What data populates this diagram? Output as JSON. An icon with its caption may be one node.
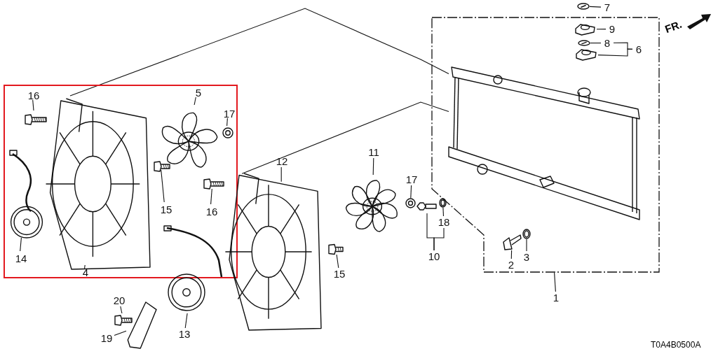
{
  "diagram": {
    "nodes": [
      {
        "text": [],
        "shape": "box"
      },
      {
        "text": [
          "16"
        ],
        "in": 0
      },
      {
        "text": [],
        "shape": "picture",
        "in": 0
      },
      {
        "text": [
          "5"
        ],
        "in": 0
      },
      {
        "text": [],
        "shape": "picture",
        "in": 0
      },
      {
        "text": [
          "17"
        ],
        "in": 0
      },
      {
        "text": [],
        "shape": "picture",
        "in": 0
      },
      {
        "text": [],
        "shape": "picture",
        "in": 0
      },
      {
        "text": [],
        "shape": "picture",
        "in": 0
      },
      {
        "text": [],
        "shape": "picture",
        "in": 0
      },
      {
        "text": [
          "15"
        ],
        "in": 0
      },
      {
        "text": [],
        "shape": "picture",
        "in": 0
      },
      {
        "text": [
          "16"
        ],
        "in": 0
      },
      {
        "text": [
          "14"
        ],
        "in": 0
      },
      {
        "text": [
          "4"
        ],
        "in": 0
      },
      {
        "text": [
          "7"
        ]
      },
      {
        "text": [],
        "shape": "picture"
      },
      {
        "text": [],
        "shape": "box"
      },
      {
        "text": [
          "9"
        ],
        "in": 17
      },
      {
        "text": [],
        "shape": "picture",
        "in": 17
      },
      {
        "text": [
          "8"
        ],
        "in": 17
      },
      {
        "text": [],
        "shape": "picture",
        "in": 17
      },
      {
        "text": [
          "6"
        ],
        "in": 17
      },
      {
        "text": [],
        "shape": "picture",
        "in": 17
      },
      {
        "text": [],
        "shape": "picture",
        "in": 17
      },
      {
        "text": [
          "12"
        ]
      },
      {
        "text": [],
        "shape": "picture"
      },
      {
        "text": [
          "11"
        ]
      },
      {
        "text": [],
        "shape": "picture"
      },
      {
        "text": [
          "17"
        ]
      },
      {
        "text": [],
        "shape": "picture"
      },
      {
        "text": [],
        "shape": "picture"
      },
      {
        "text": [],
        "shape": "picture"
      },
      {
        "text": [
          "18"
        ]
      },
      {
        "text": [
          "10"
        ]
      },
      {
        "text": [],
        "shape": "picture"
      },
      {
        "text": [
          "15"
        ]
      },
      {
        "text": [],
        "shape": "picture",
        "in": 17
      },
      {
        "text": [],
        "shape": "picture",
        "in": 17
      },
      {
        "text": [
          "3"
        ],
        "in": 17
      },
      {
        "text": [
          "2"
        ],
        "in": 17
      },
      {
        "text": [
          "1"
        ]
      },
      {
        "text": [
          "20"
        ]
      },
      {
        "text": [],
        "shape": "picture"
      },
      {
        "text": [],
        "shape": "picture"
      },
      {
        "text": [],
        "shape": "picture"
      },
      {
        "text": [
          "19"
        ]
      },
      {
        "text": [
          "13"
        ]
      }
    ],
    "edges": [
      {
        "from": 1,
        "to": 2,
        "arrow": "none"
      },
      {
        "from": 3,
        "to": 4,
        "arrow": "none"
      },
      {
        "from": 5,
        "to": 6,
        "arrow": "none"
      },
      {
        "from": 10,
        "to": 9,
        "arrow": "none"
      },
      {
        "from": 12,
        "to": 11,
        "arrow": "none"
      },
      {
        "from": 13,
        "to": 7,
        "arrow": "none"
      },
      {
        "from": 14,
        "to": 8,
        "arrow": "none"
      },
      {
        "from": 15,
        "to": 16,
        "arrow": "none"
      },
      {
        "from": 18,
        "to": 19,
        "arrow": "none"
      },
      {
        "from": 20,
        "to": 21,
        "arrow": "none"
      },
      {
        "from": 22,
        "to": 20,
        "arrow": "none"
      },
      {
        "from": 22,
        "to": 23,
        "arrow": "none"
      },
      {
        "from": 8,
        "to": 24,
        "arrow": "none"
      },
      {
        "from": 25,
        "to": 26,
        "arrow": "none"
      },
      {
        "from": 26,
        "to": 24,
        "arrow": "none"
      },
      {
        "from": 27,
        "to": 28,
        "arrow": "none"
      },
      {
        "from": 29,
        "to": 30,
        "arrow": "none"
      },
      {
        "from": 33,
        "to": 32,
        "arrow": "none"
      },
      {
        "from": 34,
        "to": 31,
        "arrow": "none"
      },
      {
        "from": 34,
        "to": 33,
        "arrow": "none"
      },
      {
        "from": 36,
        "to": 35,
        "arrow": "none"
      },
      {
        "from": 39,
        "to": 38,
        "arrow": "none"
      },
      {
        "from": 40,
        "to": 37,
        "arrow": "none"
      },
      {
        "from": 41,
        "to": 17,
        "arrow": "none"
      },
      {
        "from": 42,
        "to": 43,
        "arrow": "none"
      },
      {
        "from": 46,
        "to": 44,
        "arrow": "none"
      },
      {
        "from": 47,
        "to": 45,
        "arrow": "none"
      }
    ],
    "labels": [
      "FR.",
      "T0A4B0500A"
    ]
  }
}
